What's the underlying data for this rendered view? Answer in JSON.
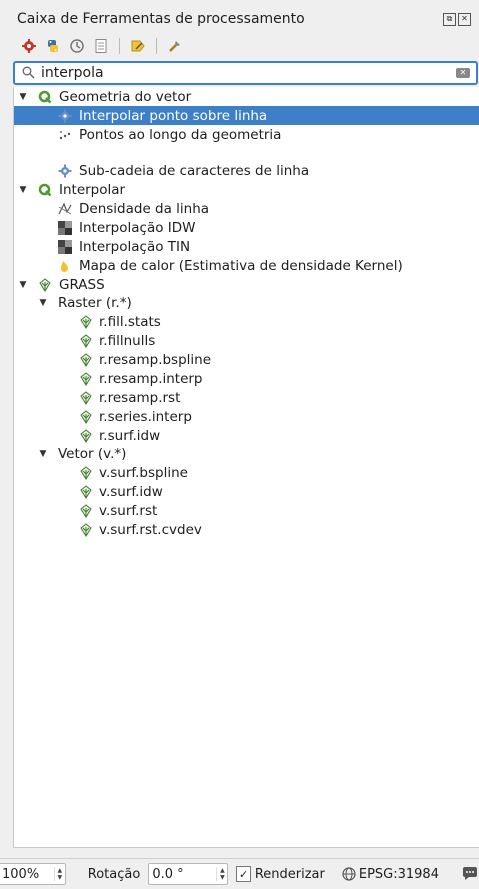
{
  "panel": {
    "title": "Caixa de Ferramentas de processamento",
    "title_buttons": [
      "⧉",
      "✕"
    ]
  },
  "toolbar": {
    "icons": [
      "models-icon",
      "python-icon",
      "history-icon",
      "results-icon",
      "edit-in-place-icon",
      "options-icon"
    ]
  },
  "search": {
    "value": "interpola",
    "placeholder": ""
  },
  "tree": [
    {
      "label": "Geometria do vetor",
      "level": 0,
      "icon": "qgis-icon",
      "expanded": true
    },
    {
      "label": "Interpolar ponto sobre linha",
      "level": 1,
      "icon": "gear-icon",
      "selected": true
    },
    {
      "label": "Pontos ao longo da geometria",
      "level": 1,
      "icon": "points-icon"
    },
    {
      "label": "Sub-cadeia de caracteres de linha",
      "level": 1,
      "icon": "gear-icon"
    },
    {
      "label": "Interpolar",
      "level": 0,
      "icon": "qgis-icon",
      "expanded": true
    },
    {
      "label": "Densidade da linha",
      "level": 1,
      "icon": "line-density-icon"
    },
    {
      "label": "Interpolação IDW",
      "level": 1,
      "icon": "raster-icon"
    },
    {
      "label": "Interpolação TIN",
      "level": 1,
      "icon": "raster-icon"
    },
    {
      "label": "Mapa de calor (Estimativa de densidade Kernel)",
      "level": 1,
      "icon": "heatmap-icon"
    },
    {
      "label": "GRASS",
      "level": 0,
      "icon": "grass-icon",
      "expanded": true
    },
    {
      "label": "Raster (r.*)",
      "level": 1,
      "expanded": true
    },
    {
      "label": "r.fill.stats",
      "level": 2,
      "icon": "grass-icon"
    },
    {
      "label": "r.fillnulls",
      "level": 2,
      "icon": "grass-icon"
    },
    {
      "label": "r.resamp.bspline",
      "level": 2,
      "icon": "grass-icon"
    },
    {
      "label": "r.resamp.interp",
      "level": 2,
      "icon": "grass-icon"
    },
    {
      "label": "r.resamp.rst",
      "level": 2,
      "icon": "grass-icon"
    },
    {
      "label": "r.series.interp",
      "level": 2,
      "icon": "grass-icon"
    },
    {
      "label": "r.surf.idw",
      "level": 2,
      "icon": "grass-icon"
    },
    {
      "label": "Vetor (v.*)",
      "level": 1,
      "expanded": true
    },
    {
      "label": "v.surf.bspline",
      "level": 2,
      "icon": "grass-icon"
    },
    {
      "label": "v.surf.idw",
      "level": 2,
      "icon": "grass-icon"
    },
    {
      "label": "v.surf.rst",
      "level": 2,
      "icon": "grass-icon"
    },
    {
      "label": "v.surf.rst.cvdev",
      "level": 2,
      "icon": "grass-icon"
    }
  ],
  "status": {
    "scale": "100%",
    "rotation_label": "Rotação",
    "rotation_value": "0.0 °",
    "render_label": "Renderizar",
    "render_checked": "✓",
    "crs": "EPSG:31984"
  },
  "colors": {
    "selection": "#3d80c7",
    "focus_border": "#3a80c8",
    "qgis_green": "#4d9a2e"
  }
}
